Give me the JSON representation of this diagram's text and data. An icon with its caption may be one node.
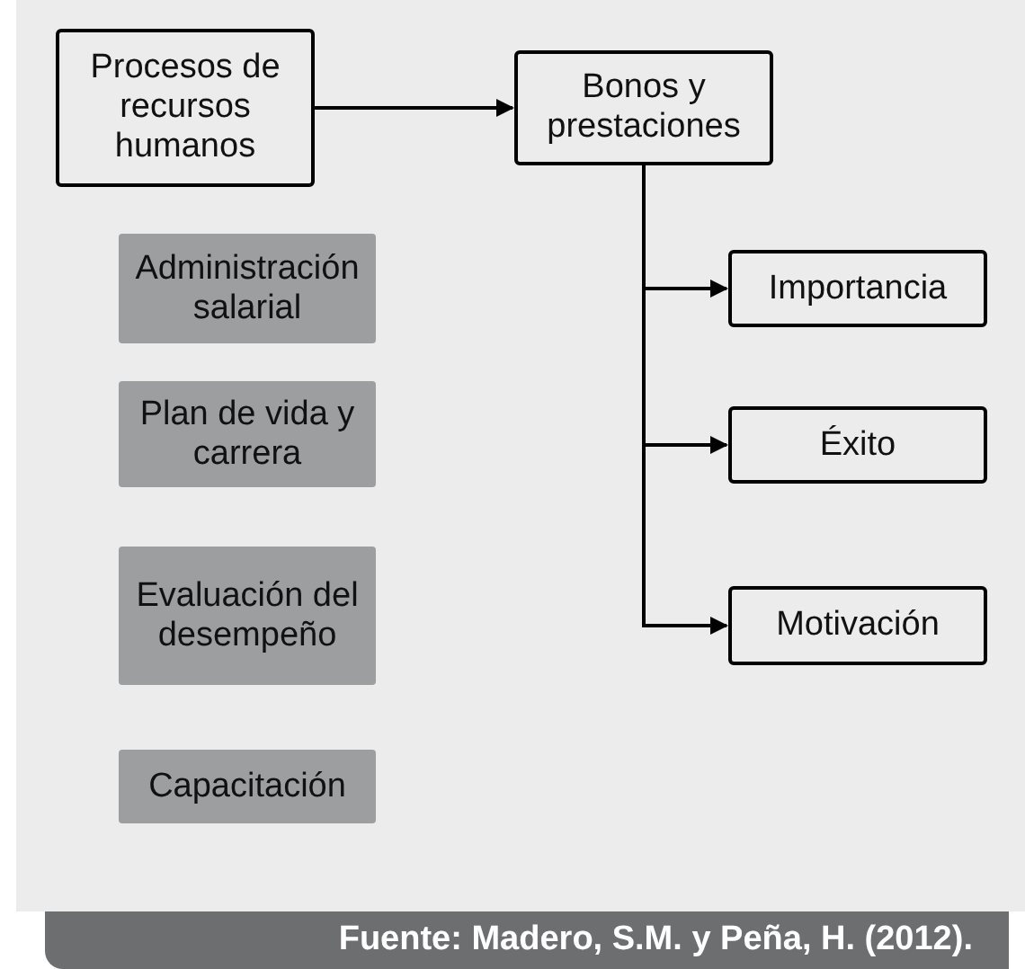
{
  "diagram": {
    "caption": "Fuente: Madero, S.M. y Peña, H. (2012).",
    "nodes": [
      {
        "text": [
          "Procesos de recursos humanos"
        ]
      },
      {
        "text": [
          "Bonos y prestaciones"
        ]
      },
      {
        "text": [
          "Importancia"
        ]
      },
      {
        "text": [
          "Éxito"
        ]
      },
      {
        "text": [
          "Motivación"
        ]
      },
      {
        "text": [
          "Administración salarial"
        ]
      },
      {
        "text": [
          "Plan de vida y carrera"
        ]
      },
      {
        "text": [
          "Evaluación del desempeño"
        ]
      },
      {
        "text": [
          "Capacitación"
        ]
      }
    ],
    "edges": [
      {
        "from": 0,
        "to": 1,
        "arrow": "to"
      },
      {
        "from": 1,
        "to": 2,
        "arrow": "to"
      },
      {
        "from": 1,
        "to": 3,
        "arrow": "to"
      },
      {
        "from": 1,
        "to": 4,
        "arrow": "to"
      }
    ]
  }
}
